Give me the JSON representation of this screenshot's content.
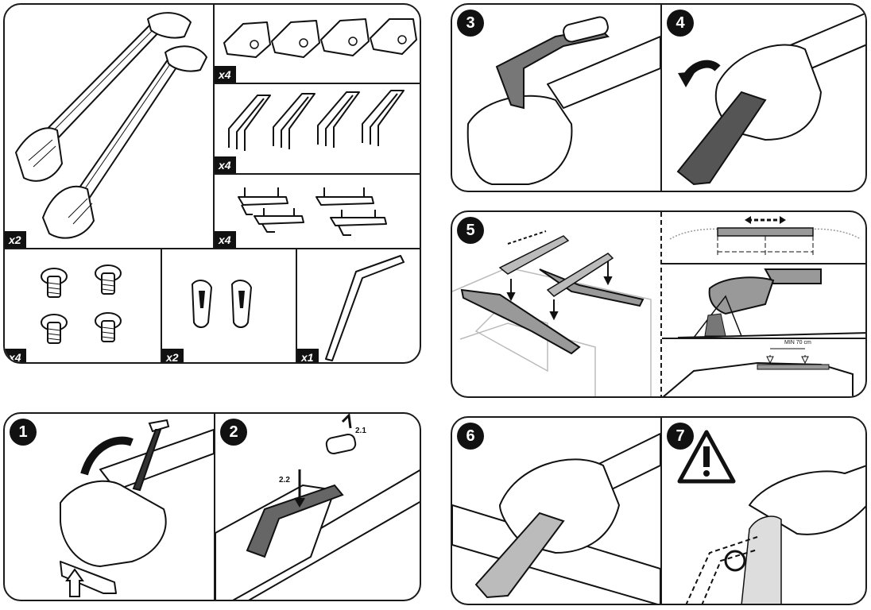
{
  "components": {
    "bars_qty": "x2",
    "footpads_qty": "x4",
    "clamps_qty": "x4",
    "brackets_qty": "x4",
    "bolts_qty": "x4",
    "keys_qty": "x2",
    "wrench_qty": "x1"
  },
  "steps": {
    "s1": "1",
    "s2": "2",
    "s2_sub1": "2.1",
    "s2_sub2": "2.2",
    "s3": "3",
    "s4": "4",
    "s5": "5",
    "s5_min_label": "MIN 70 cm",
    "s6": "6",
    "s7": "7"
  }
}
